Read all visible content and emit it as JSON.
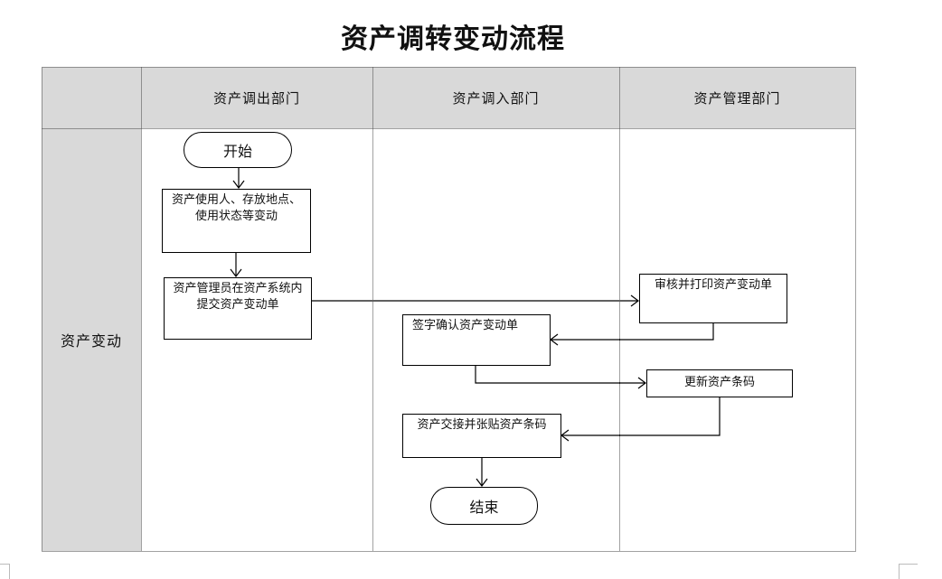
{
  "title": "资产调转变动流程",
  "headers": {
    "col_out": "资产调出部门",
    "col_in": "资产调入部门",
    "col_mgmt": "资产管理部门"
  },
  "row_label": "资产变动",
  "nodes": {
    "start": "开始",
    "change": "资产使用人、存放地点、使用状态等变动",
    "submit": "资产管理员在资产系统内提交资产变动单",
    "review": "审核并打印资产变动单",
    "sign": "签字确认资产变动单",
    "update": "更新资产条码",
    "handover": "资产交接并张贴资产条码",
    "end": "结束"
  }
}
